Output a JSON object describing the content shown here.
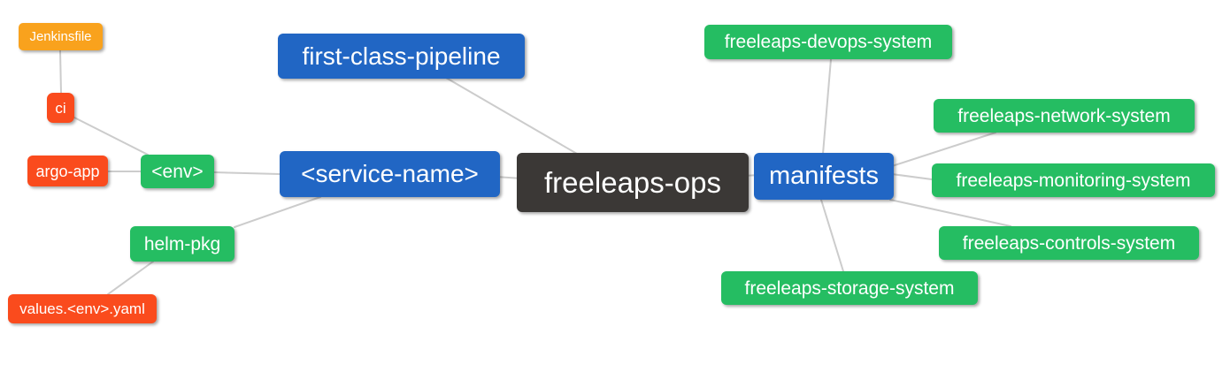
{
  "diagram": {
    "type": "mindmap",
    "root_label": "freeleaps-ops",
    "background": "#ffffff"
  },
  "palette": {
    "root_bg": "#3B3836",
    "primary_bg": "#2166C4",
    "success_bg": "#25BD62",
    "danger_bg": "#FA4B1D",
    "warning_bg": "#F9A21D",
    "node_text": "#FFFFFF",
    "edge_line": "#CCCCCC"
  },
  "nodes": [
    {
      "id": "jenkinsfile",
      "label": "Jenkinsfile",
      "color": "warning"
    },
    {
      "id": "ci",
      "label": "ci",
      "color": "danger"
    },
    {
      "id": "argo-app",
      "label": "argo-app",
      "color": "danger"
    },
    {
      "id": "env",
      "label": "<env>",
      "color": "success"
    },
    {
      "id": "helm-pkg",
      "label": "helm-pkg",
      "color": "success"
    },
    {
      "id": "values-env-yaml",
      "label": "values.<env>.yaml",
      "color": "danger"
    },
    {
      "id": "first-class-pipeline",
      "label": "first-class-pipeline",
      "color": "primary"
    },
    {
      "id": "service-name",
      "label": "<service-name>",
      "color": "primary"
    },
    {
      "id": "freeleaps-ops",
      "label": "freeleaps-ops",
      "color": "root"
    },
    {
      "id": "manifests",
      "label": "manifests",
      "color": "primary"
    },
    {
      "id": "freeleaps-devops-system",
      "label": "freeleaps-devops-system",
      "color": "success"
    },
    {
      "id": "freeleaps-network-system",
      "label": "freeleaps-network-system",
      "color": "success"
    },
    {
      "id": "freeleaps-monitoring-system",
      "label": "freeleaps-monitoring-system",
      "color": "success"
    },
    {
      "id": "freeleaps-controls-system",
      "label": "freeleaps-controls-system",
      "color": "success"
    },
    {
      "id": "freeleaps-storage-system",
      "label": "freeleaps-storage-system",
      "color": "success"
    }
  ],
  "edges": [
    {
      "from": "jenkinsfile",
      "to": "ci"
    },
    {
      "from": "ci",
      "to": "env"
    },
    {
      "from": "argo-app",
      "to": "env"
    },
    {
      "from": "env",
      "to": "service-name"
    },
    {
      "from": "helm-pkg",
      "to": "service-name"
    },
    {
      "from": "values-env-yaml",
      "to": "helm-pkg"
    },
    {
      "from": "service-name",
      "to": "freeleaps-ops"
    },
    {
      "from": "first-class-pipeline",
      "to": "freeleaps-ops"
    },
    {
      "from": "freeleaps-ops",
      "to": "manifests"
    },
    {
      "from": "manifests",
      "to": "freeleaps-devops-system"
    },
    {
      "from": "manifests",
      "to": "freeleaps-network-system"
    },
    {
      "from": "manifests",
      "to": "freeleaps-monitoring-system"
    },
    {
      "from": "manifests",
      "to": "freeleaps-controls-system"
    },
    {
      "from": "manifests",
      "to": "freeleaps-storage-system"
    }
  ]
}
